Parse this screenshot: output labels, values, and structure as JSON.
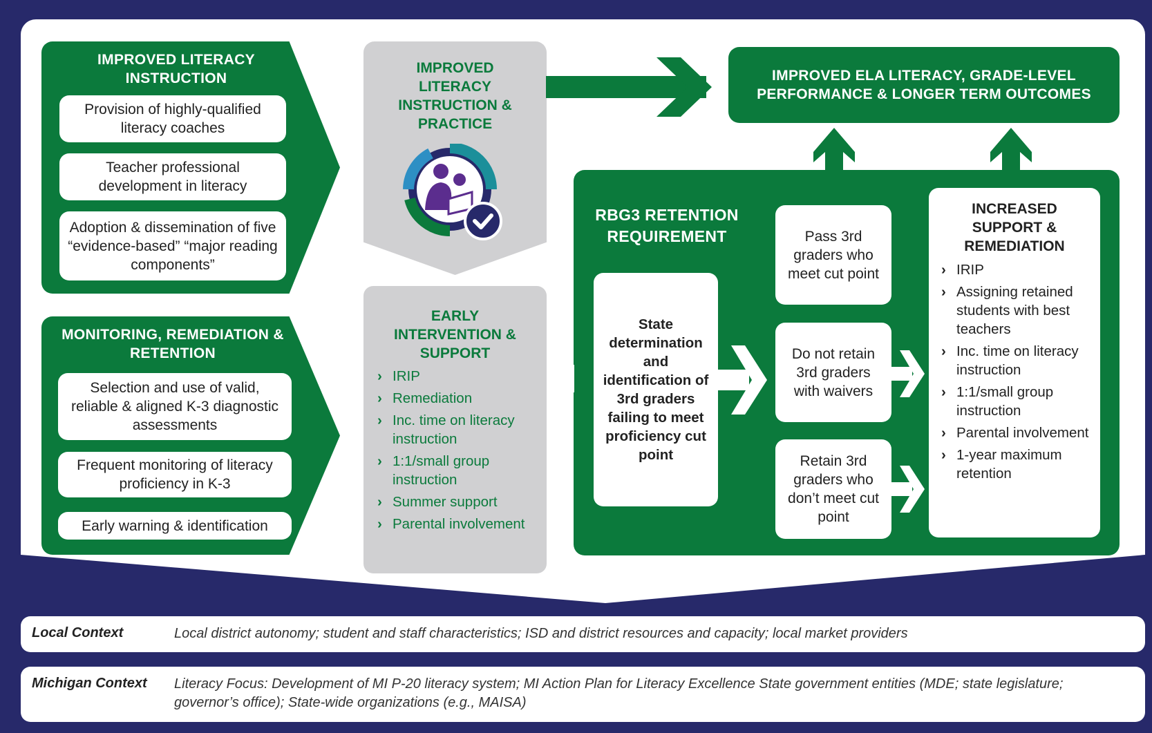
{
  "left_top": {
    "title": "IMPROVED LITERACY INSTRUCTION",
    "items": [
      "Provision of highly-qualified literacy coaches",
      "Teacher professional development in literacy",
      "Adoption & dissemination of five “evidence-based” “major reading components”"
    ]
  },
  "left_bottom": {
    "title": "MONITORING, REMEDIATION & RETENTION",
    "items": [
      "Selection and use of valid, reliable & aligned K-3 diagnostic assessments",
      "Frequent monitoring of literacy proficiency in K-3",
      "Early warning & identification"
    ]
  },
  "mid_top": {
    "title": "IMPROVED LITERACY INSTRUCTION & PRACTICE"
  },
  "mid_bottom": {
    "title": "EARLY INTERVENTION & SUPPORT",
    "items": [
      "IRIP",
      "Remediation",
      "Inc. time on literacy instruction",
      "1:1/small group instruction",
      "Summer support",
      "Parental involvement"
    ]
  },
  "outcome": {
    "title": "IMPROVED ELA LITERACY, GRADE-LEVEL PERFORMANCE & LONGER TERM OUTCOMES"
  },
  "rbg3": {
    "title": "RBG3 RETENTION REQUIREMENT",
    "state_box": "State determination and identification of 3rd graders failing to meet proficiency cut point",
    "pass_box": "Pass 3rd graders who meet cut point",
    "waiver_box": "Do not retain 3rd graders with waivers",
    "retain_box": "Retain 3rd graders who don’t meet cut point"
  },
  "increased": {
    "title": "INCREASED SUPPORT & REMEDIATION",
    "items": [
      "IRIP",
      "Assigning retained students with best teachers",
      "Inc. time on literacy instruction",
      "1:1/small group instruction",
      "Parental involvement",
      "1-year maximum retention"
    ]
  },
  "context": {
    "local_label": "Local Context",
    "local_text": "Local district autonomy; student and staff characteristics; ISD and district resources and capacity;  local market providers",
    "mi_label": "Michigan Context",
    "mi_text": "Literacy Focus: Development of MI P-20 literacy system; MI Action Plan for Literacy Excellence State government entities (MDE; state legislature; governor’s office); State-wide organizations (e.g., MAISA)"
  },
  "colors": {
    "green": "#0b7a3c",
    "navy": "#27296a",
    "gray": "#d0d0d2",
    "purple": "#5b2d8e"
  },
  "icons": {
    "chevron": "›",
    "logo": "reading-family-check-icon"
  }
}
